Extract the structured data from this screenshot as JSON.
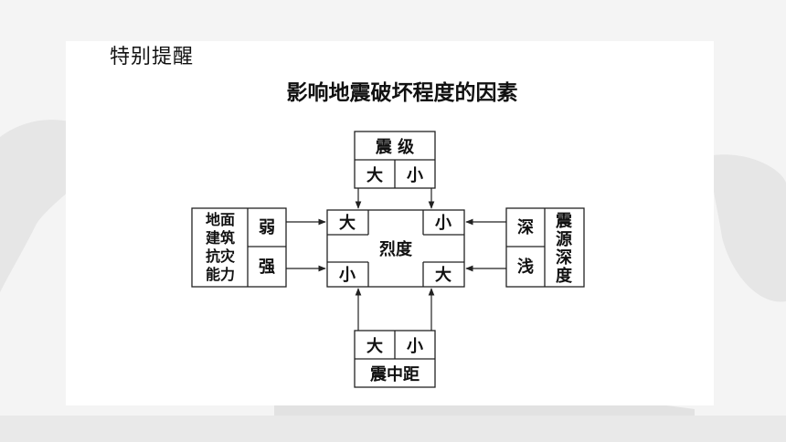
{
  "heading": {
    "reminder": "特别提醒",
    "title": "影响地震破坏程度的因素"
  },
  "diagram": {
    "center": {
      "intensity": "烈度",
      "top_left": "大",
      "top_right": "小",
      "bottom_left": "小",
      "bottom_right": "大"
    },
    "magnitude": {
      "label": "震 级",
      "big": "大",
      "small": "小"
    },
    "distance": {
      "label": "震中距",
      "big": "大",
      "small": "小"
    },
    "resistance": {
      "label_lines": [
        "地面",
        "建筑",
        "抗灾",
        "能力"
      ],
      "weak": "弱",
      "strong": "强"
    },
    "depth": {
      "label_lines": [
        "震",
        "源",
        "深",
        "度"
      ],
      "deep": "深",
      "shallow": "浅"
    }
  },
  "colors": {
    "line": "#222222",
    "slide_background": "#ffffff",
    "page_background": "#f4f4f4"
  }
}
